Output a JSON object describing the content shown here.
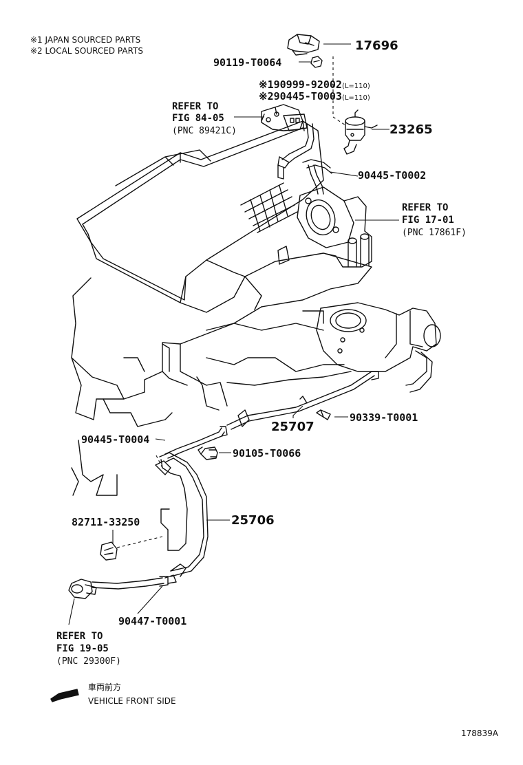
{
  "notes": {
    "japan_sourced": "※1 JAPAN SOURCED PARTS",
    "local_sourced": "※2 LOCAL SOURCED PARTS"
  },
  "parts": {
    "p17696": "17696",
    "p90119": "90119-T0064",
    "p90999_main": "※190999-92002",
    "p90999_len": "(L=110)",
    "p90445_t0003_main": "※290445-T0003",
    "p90445_t0003_len": "(L=110)",
    "p23265": "23265",
    "p90445_t0002": "90445-T0002",
    "p25707": "25707",
    "p90339": "90339-T0001",
    "p90445_t0004": "90445-T0004",
    "p90105": "90105-T0066",
    "p25706": "25706",
    "p82711": "82711-33250",
    "p90447": "90447-T0001"
  },
  "references": {
    "ref_84_05": {
      "line1": "REFER TO",
      "line2": "FIG 84-05",
      "line3": "(PNC 89421C)"
    },
    "ref_17_01": {
      "line1": "REFER TO",
      "line2": "FIG 17-01",
      "line3": "(PNC 17861F)"
    },
    "ref_19_05": {
      "line1": "REFER TO",
      "line2": "FIG 19-05",
      "line3": "(PNC 29300F)"
    }
  },
  "legend": {
    "japanese": "車両前方",
    "english": "VEHICLE FRONT SIDE"
  },
  "figure_id": "178839A",
  "colors": {
    "ink": "#111111",
    "background": "#ffffff"
  }
}
